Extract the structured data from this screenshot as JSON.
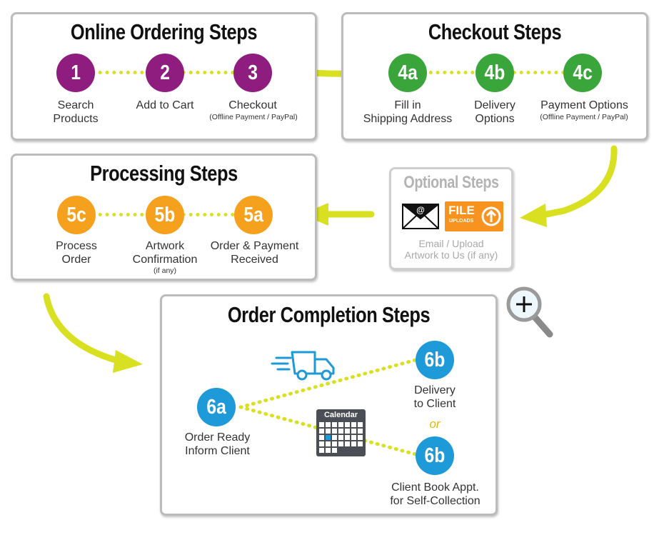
{
  "online": {
    "title": "Online Ordering Steps",
    "steps": [
      {
        "num": "1",
        "label": "Search\nProducts",
        "note": ""
      },
      {
        "num": "2",
        "label": "Add to Cart",
        "note": ""
      },
      {
        "num": "3",
        "label": "Checkout",
        "note": "(Offline Payment / PayPal)"
      }
    ]
  },
  "checkout": {
    "title": "Checkout Steps",
    "steps": [
      {
        "num": "4a",
        "label": "Fill in\nShipping Address",
        "note": ""
      },
      {
        "num": "4b",
        "label": "Delivery\nOptions",
        "note": ""
      },
      {
        "num": "4c",
        "label": "Payment Options",
        "note": "(Offline Payment / PayPal)"
      }
    ]
  },
  "processing": {
    "title": "Processing Steps",
    "steps": [
      {
        "num": "5c",
        "label": "Process\nOrder",
        "note": ""
      },
      {
        "num": "5b",
        "label": "Artwork\nConfirmation",
        "note": "(if any)"
      },
      {
        "num": "5a",
        "label": "Order & Payment\nReceived",
        "note": ""
      }
    ]
  },
  "optional": {
    "title": "Optional Steps",
    "email_symbol": "@",
    "file_badge_main": "FILE",
    "file_badge_sub": "UPLOADS",
    "label": "Email / Upload\nArtwork to Us (if any)"
  },
  "completion": {
    "title": "Order Completion Steps",
    "start": {
      "num": "6a",
      "label": "Order Ready\nInform Client"
    },
    "delivery": {
      "num": "6b",
      "label": "Delivery\nto Client"
    },
    "or_text": "or",
    "collection": {
      "num": "6b",
      "label": "Client Book Appt.\nfor Self-Collection"
    },
    "calendar_label": "Calendar"
  },
  "colors": {
    "online": "#8f1d80",
    "checkout": "#3aa53b",
    "processing": "#f6a11d",
    "completion": "#1d9ad7",
    "connector": "#d9e021"
  },
  "icons": {
    "zoom": "magnifier-plus-icon",
    "email": "envelope-icon",
    "upload": "file-upload-icon",
    "truck": "delivery-truck-icon",
    "calendar": "calendar-icon"
  }
}
